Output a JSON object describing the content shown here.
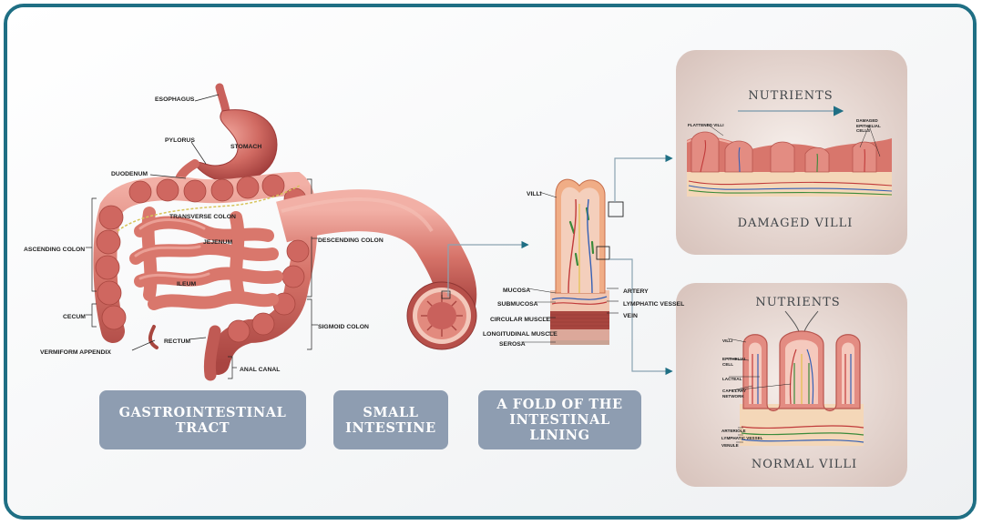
{
  "captions": {
    "gi_tract": "GASTROINTESTINAL TRACT",
    "small_intestine": "SMALL INTESTINE",
    "fold": "A FOLD OF THE INTESTINAL LINING"
  },
  "gi_labels": {
    "esophagus": "ESOPHAGUS",
    "pylorus": "PYLORUS",
    "stomach": "STOMACH",
    "duodenum": "DUODENUM",
    "transverse_colon": "TRANSVERSE COLON",
    "jejenum": "JEJENUM",
    "ascending_colon": "ASCENDING COLON",
    "descending_colon": "DESCENDING COLON",
    "ileum": "ILEUM",
    "cecum": "CECUM",
    "sigmoid_colon": "SIGMOID COLON",
    "rectum": "RECTUM",
    "vermiform_appendix": "VERMIFORM APPENDIX",
    "anal_canal": "ANAL CANAL"
  },
  "fold_labels": {
    "villi": "VILLI",
    "mucosa": "MUCOSA",
    "submucosa": "SUBMUCOSA",
    "circular_muscle": "CIRCULAR MUSCLE",
    "longitudinal_muscle": "LONGITUDINAL MUSCLE",
    "serosa": "SEROSA",
    "artery": "ARTERY",
    "lymphatic_vessel": "LYMPHATIC VESSEL",
    "vein": "VEIN"
  },
  "damaged_panel": {
    "nutrients": "NUTRIENTS",
    "title": "DAMAGED VILLI",
    "flattened_villi": "FLATTENED VILLI",
    "damaged_epithelial": "DAMAGED EPITHELIAL CELLS"
  },
  "normal_panel": {
    "nutrients": "NUTRIENTS",
    "title": "NORMAL VILLI",
    "villi": "VILLI",
    "epithelial_cell": "EPITHELIAL CELL",
    "lacteal": "LACTEAL",
    "capillary_network": "CAPILLARY NETWORK",
    "arteriole": "ARTERIOLE",
    "lymphatic_vessel": "LYMPHATIC VESSEL",
    "venule": "VENULE"
  },
  "colors": {
    "frame": "#1f6f84",
    "caption_bg": "#8e9db1",
    "panel_bg": "#e2d3cd",
    "arrow": "#1f6f84",
    "tissue": "#c9615c"
  }
}
